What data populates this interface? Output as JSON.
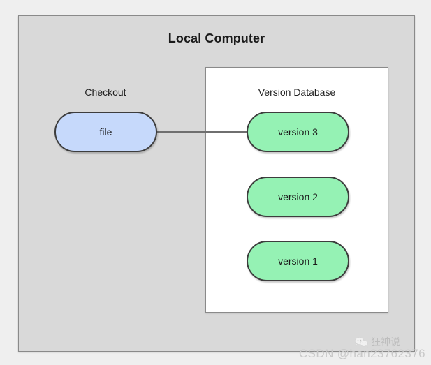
{
  "diagram": {
    "title": "Local Computer",
    "type": "local-version-control-system",
    "sections": [
      {
        "id": "checkout",
        "caption": "Checkout"
      },
      {
        "id": "version_database",
        "caption": "Version Database"
      }
    ],
    "nodes": [
      {
        "id": "file",
        "label": "file",
        "section": "checkout",
        "fill": "#c6d9fb",
        "stroke": "#3d3d3d"
      },
      {
        "id": "version3",
        "label": "version 3",
        "section": "version_database",
        "fill": "#95f2b4",
        "stroke": "#3d3d3d"
      },
      {
        "id": "version2",
        "label": "version 2",
        "section": "version_database",
        "fill": "#95f2b4",
        "stroke": "#3d3d3d"
      },
      {
        "id": "version1",
        "label": "version 1",
        "section": "version_database",
        "fill": "#95f2b4",
        "stroke": "#3d3d3d"
      }
    ],
    "edges": [
      {
        "from": "file",
        "to": "version3",
        "orientation": "horizontal"
      },
      {
        "from": "version3",
        "to": "version2",
        "orientation": "vertical"
      },
      {
        "from": "version2",
        "to": "version1",
        "orientation": "vertical"
      }
    ],
    "colors": {
      "page_background": "#efefef",
      "outer_box_fill": "#d9d9d9",
      "outer_box_border": "#8a8a8a",
      "panel_fill": "#ffffff",
      "panel_border": "#8a8a8a",
      "connector": "#6f6f6f",
      "node_blue": "#c6d9fb",
      "node_green": "#95f2b4",
      "node_border": "#3d3d3d",
      "text": "#1a1a1a",
      "watermark": "#c9c9c9"
    }
  },
  "watermarks": {
    "csdn": "CSDN @han23762376",
    "wechat_account": "狂神说",
    "wechat_icon": "wechat-icon"
  }
}
